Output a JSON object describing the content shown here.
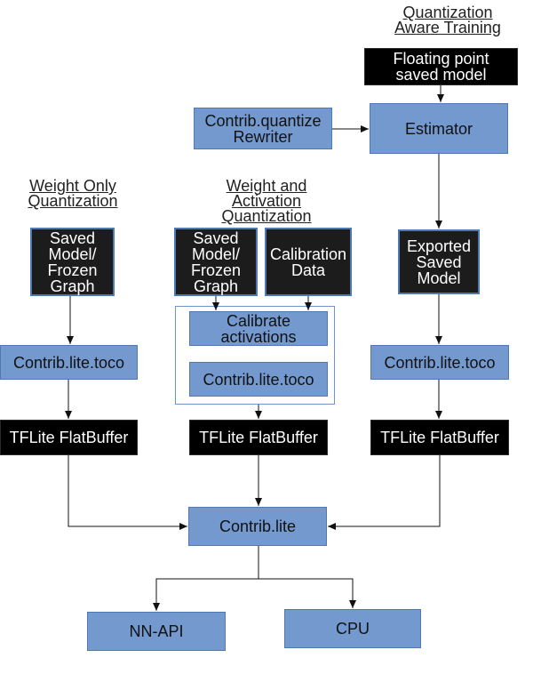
{
  "headings": {
    "qat": "Quantization\nAware Training",
    "weight_only": "Weight Only\nQuantization",
    "weight_act": "Weight and\nActivation\nQuantization"
  },
  "nodes": {
    "floating_point": "Floating point\nsaved model",
    "estimator": "Estimator",
    "rewriter": "Contrib.quantize\nRewriter",
    "exported": "Exported\nSaved\nModel",
    "saved_left": "Saved\nModel/\nFrozen\nGraph",
    "saved_mid": "Saved\nModel/\nFrozen\nGraph",
    "calibration_data": "Calibration\nData",
    "calibrate": "Calibrate\nactivations",
    "toco_left": "Contrib.lite.toco",
    "toco_mid": "Contrib.lite.toco",
    "toco_right": "Contrib.lite.toco",
    "flat_left": "TFLite FlatBuffer",
    "flat_mid": "TFLite FlatBuffer",
    "flat_right": "TFLite FlatBuffer",
    "contrib_lite": "Contrib.lite",
    "nnapi": "NN-API",
    "cpu": "CPU"
  },
  "colors": {
    "blue": "#7399cf",
    "black": "#000000",
    "arrow": "#111111"
  }
}
